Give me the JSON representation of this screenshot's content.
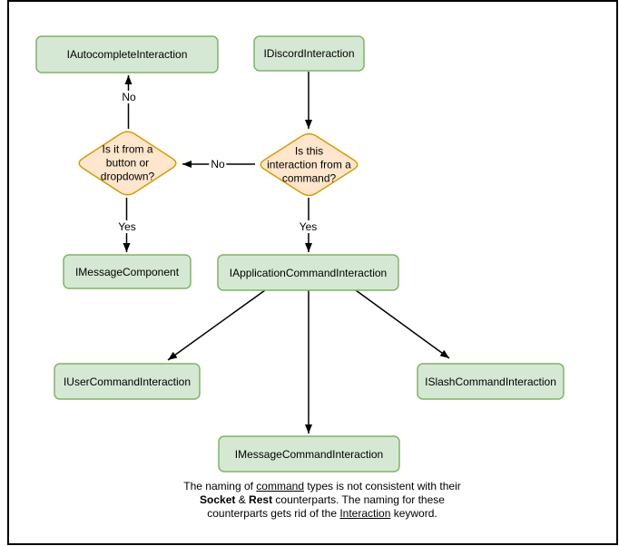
{
  "diagram": {
    "type": "flowchart",
    "colors": {
      "node_fill": "#d5e8d4",
      "node_stroke": "#82b366",
      "decision_fill": "#ffe6cc",
      "decision_stroke": "#d79b00",
      "edge": "#000000",
      "border": "#000000",
      "background": "#ffffff"
    },
    "nodes": {
      "autocomplete": {
        "label": "IAutocompleteInteraction"
      },
      "discord": {
        "label": "IDiscordInteraction"
      },
      "message_component": {
        "label": "IMessageComponent"
      },
      "application_command": {
        "label": "IApplicationCommandInteraction"
      },
      "user_command": {
        "label": "IUserCommandInteraction"
      },
      "slash_command": {
        "label": "ISlashCommandInteraction"
      },
      "message_command": {
        "label": "IMessageCommandInteraction"
      }
    },
    "decisions": {
      "button_dropdown": {
        "label": "Is it from a button or dropdown?",
        "line1": "Is it from a",
        "line2": "button or",
        "line3": "dropdown?"
      },
      "from_command": {
        "label": "Is this interaction from a command?",
        "line1": "Is this",
        "line2": "interaction from a",
        "line3": "command?"
      }
    },
    "edge_labels": {
      "no_top": "No",
      "no_mid": "No",
      "yes_left": "Yes",
      "yes_right": "Yes"
    },
    "caption": {
      "line1": {
        "a": "The naming of ",
        "b": "command",
        "c": " types is not consistent with their"
      },
      "line2": {
        "a": "Socket",
        "b": " & ",
        "c": "Rest",
        "d": " counterparts. The naming for these"
      },
      "line3": {
        "a": "counterparts gets rid of the ",
        "b": "Interaction",
        "c": " keyword."
      }
    }
  }
}
